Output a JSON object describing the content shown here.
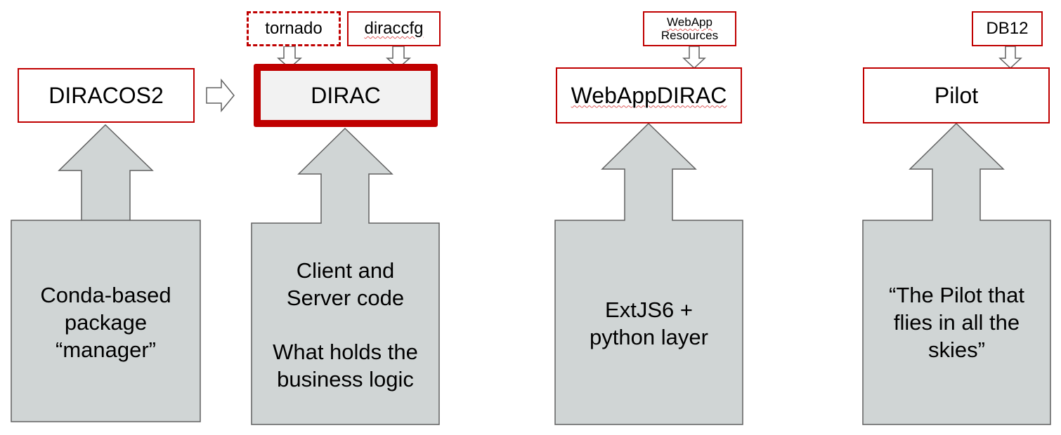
{
  "columns": [
    {
      "id": "diracos2",
      "box_label": "DIRACOS2",
      "arrow_text": [
        "Conda-based",
        "package",
        "“manager”"
      ]
    },
    {
      "id": "dirac",
      "box_label": "DIRAC",
      "dependencies": [
        "tornado",
        "diraccfg"
      ],
      "arrow_text_top": [
        "Client and",
        "Server code"
      ],
      "arrow_text_bottom": [
        "What holds the",
        "business logic"
      ]
    },
    {
      "id": "webappdirac",
      "box_label": "WebAppDIRAC",
      "dependencies": [
        "WebApp",
        "Resources"
      ],
      "arrow_text": [
        "ExtJS6 +",
        "python layer"
      ]
    },
    {
      "id": "pilot",
      "box_label": "Pilot",
      "dependencies": [
        "DB12"
      ],
      "arrow_text": [
        "“The Pilot that",
        "flies in all the",
        "skies”"
      ]
    }
  ],
  "colors": {
    "border_red": "#c00000",
    "arrow_fill": "#d0d5d5",
    "arrow_stroke": "#606060",
    "dirac_fill": "#f2f2f2"
  }
}
